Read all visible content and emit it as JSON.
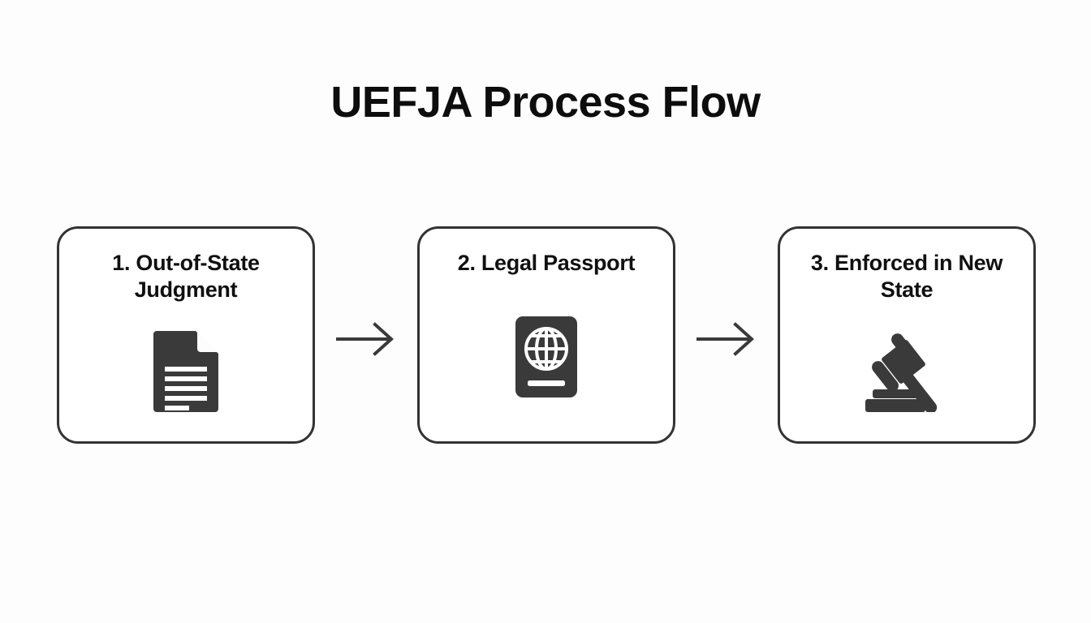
{
  "page": {
    "title": "UEFJA Process Flow",
    "background_color": "#fdfdfd",
    "accent_color": "#3a3a3a",
    "border_color": "#333333",
    "text_color": "#101010"
  },
  "flow": {
    "arrow_1": "arrow-right",
    "arrow_2": "arrow-right",
    "steps": [
      {
        "label": "1. Out-of-State Judgment",
        "number": "1",
        "name": "Out-of-State Judgment",
        "icon": "document-icon"
      },
      {
        "label": "2. Legal Passport",
        "number": "2",
        "name": "Legal Passport",
        "icon": "passport-icon"
      },
      {
        "label": "3. Enforced in New State",
        "number": "3",
        "name": "Enforced in New State",
        "icon": "gavel-icon"
      }
    ]
  }
}
